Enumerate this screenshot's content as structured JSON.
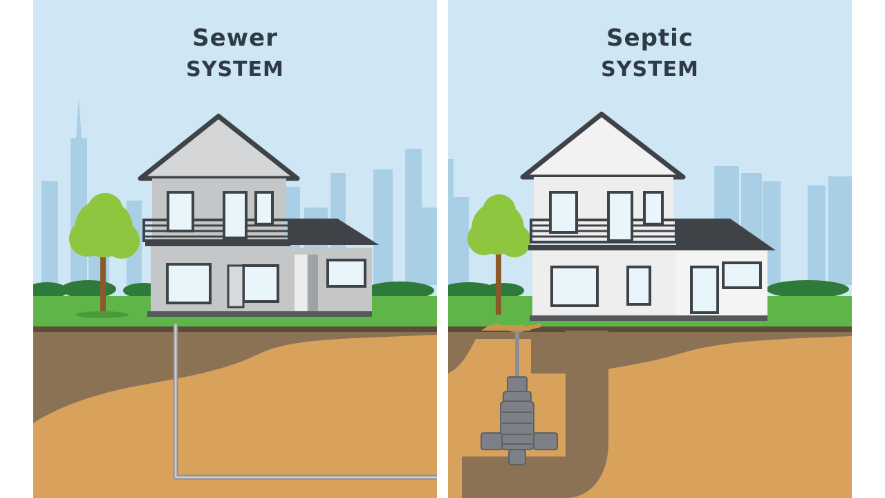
{
  "panels": {
    "sewer": {
      "title_line1": "Sewer",
      "title_line2": "SYSTEM"
    },
    "septic": {
      "title_line1": "Septic",
      "title_line2": "SYSTEM"
    }
  },
  "colors": {
    "sky": "#cfe7f4",
    "skyline": "#a9cfe6",
    "grass": "#5fb548",
    "soil": "#d9a25c",
    "dark_soil": "#8b7255",
    "pipe": "#b0b0b0",
    "tank": "#7d8187",
    "roof": "#3f4347",
    "sewer_house_wall": "#c4c6c8",
    "septic_house_wall": "#eeeeee",
    "tree": "#8fc63f",
    "title": "#2f3a45"
  }
}
